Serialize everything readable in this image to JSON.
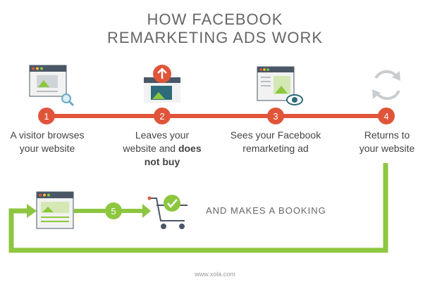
{
  "title_line1": "HOW FACEBOOK",
  "title_line2": "REMARKETING ADS WORK",
  "steps": [
    {
      "number": "1",
      "line1": "A visitor browses",
      "line2": "your website",
      "line3": ""
    },
    {
      "number": "2",
      "line1": "Leaves your",
      "line2_plain": "website and ",
      "line2_bold": "does",
      "line3": "not buy"
    },
    {
      "number": "3",
      "line1": "Sees your Facebook",
      "line2": "remarketing ad",
      "line3": ""
    },
    {
      "number": "4",
      "line1": "Returns to",
      "line2": "your website",
      "line3": ""
    }
  ],
  "step5_number": "5",
  "booking_text": "AND MAKES A BOOKING",
  "footer": "www.xola.com",
  "colors": {
    "red": "#e0553a",
    "green": "#8dc63f",
    "teal": "#2d6a7a",
    "window_bar": "#4a5766"
  }
}
